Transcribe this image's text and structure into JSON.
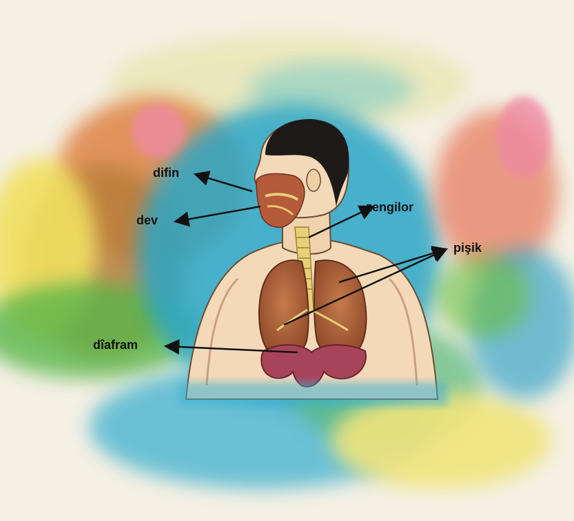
{
  "labels": {
    "mouth": "difin",
    "nose_mouth": "dev",
    "trachea": "zengilor",
    "lungs": "pişik",
    "diaphragm": "dîafram"
  },
  "colors": {
    "arrow": "#111111",
    "lung": "#b0623a",
    "diaphragm": "#a8445a",
    "skin": "#f3d9b8",
    "hair": "#1e1a18",
    "trachea": "#e8d07a"
  }
}
